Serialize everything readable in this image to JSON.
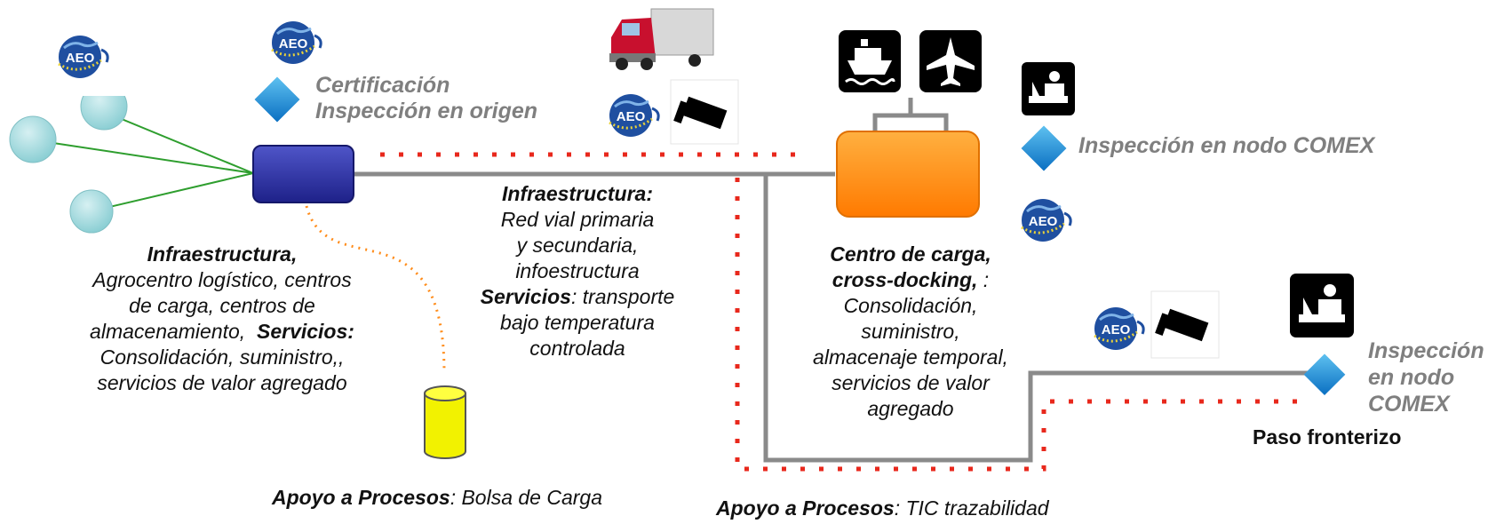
{
  "labels": {
    "aeo": "AEO",
    "cert_line1": "Certificación",
    "cert_line2": "Inspección en origen",
    "node_inspection": "Inspección en nodo COMEX",
    "border_insp_1": "Inspección",
    "border_insp_2": "en nodo",
    "border_insp_3": "COMEX",
    "border_name": "Paso fronterizo"
  },
  "origin_block": {
    "infra_title": "Infraestructura,",
    "line1": "Agrocentro logístico, centros",
    "line2": "de carga, centros de",
    "line3_pre": "almacenamiento,  ",
    "line3_bold": "Servicios:",
    "line4": "Consolidación, suministro,,",
    "line5": "servicios de valor agregado"
  },
  "road_block": {
    "infra_title": "Infraestructura:",
    "line1": "Red vial primaria",
    "line2": "y secundaria,",
    "line3": "infoestructura",
    "serv_bold": "Servicios",
    "serv_rest": ": transporte",
    "line5": "bajo temperatura",
    "line6": "controlada"
  },
  "hub_block": {
    "title1": "Centro de carga,",
    "title2_bold": "cross-docking,",
    "title2_rest": " :",
    "line1": "Consolidación,",
    "line2": "suministro,",
    "line3": "almacenaje temporal,",
    "line4": "servicios de valor",
    "line5": "agregado"
  },
  "support_left": {
    "bold": "Apoyo a Procesos",
    "rest": ": Bolsa de Carga"
  },
  "support_right": {
    "bold": "Apoyo a Procesos",
    "rest": ": TIC trazabilidad"
  },
  "colors": {
    "origin_node": "#2b2f9e",
    "hub_node": "#ff8c00",
    "diamond": "#1e88d8",
    "farm_line": "#2e9e2e",
    "route_line": "#8a8a8a",
    "dotted_red": "#e8281c",
    "dotted_orange": "#ff8c1a",
    "database": "#f2f200",
    "circle": "#a8dde0"
  },
  "icons": [
    "aeo-logo-icon",
    "truck-image-icon",
    "camera-icon",
    "ship-icon",
    "airplane-icon",
    "customs-officer-icon",
    "diamond-icon",
    "database-icon"
  ]
}
